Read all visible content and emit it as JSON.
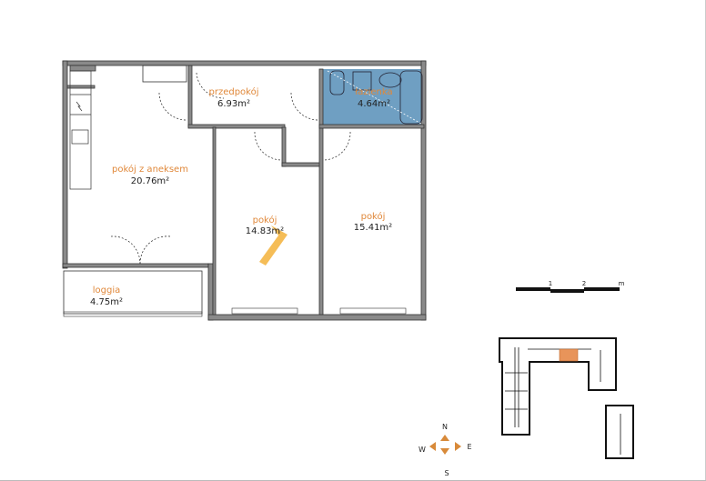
{
  "rooms": [
    {
      "name": "pokój z aneksem",
      "area": "20.76m²"
    },
    {
      "name": "przedpokój",
      "area": "6.93m²"
    },
    {
      "name": "łazienka",
      "area": "4.64m²"
    },
    {
      "name": "pokój",
      "area": "14.83m²"
    },
    {
      "name": "pokój",
      "area": "15.41m²"
    },
    {
      "name": "loggia",
      "area": "4.75m²"
    }
  ],
  "scale_bar": {
    "ticks": [
      "1",
      "2"
    ],
    "unit": "m"
  },
  "compass": {
    "n": "N",
    "s": "S",
    "e": "E",
    "w": "W"
  },
  "colors": {
    "label": "#e0883a",
    "bathroom": "#6f9fc2",
    "highlight": "#e8945a",
    "compass": "#d88a3a"
  }
}
